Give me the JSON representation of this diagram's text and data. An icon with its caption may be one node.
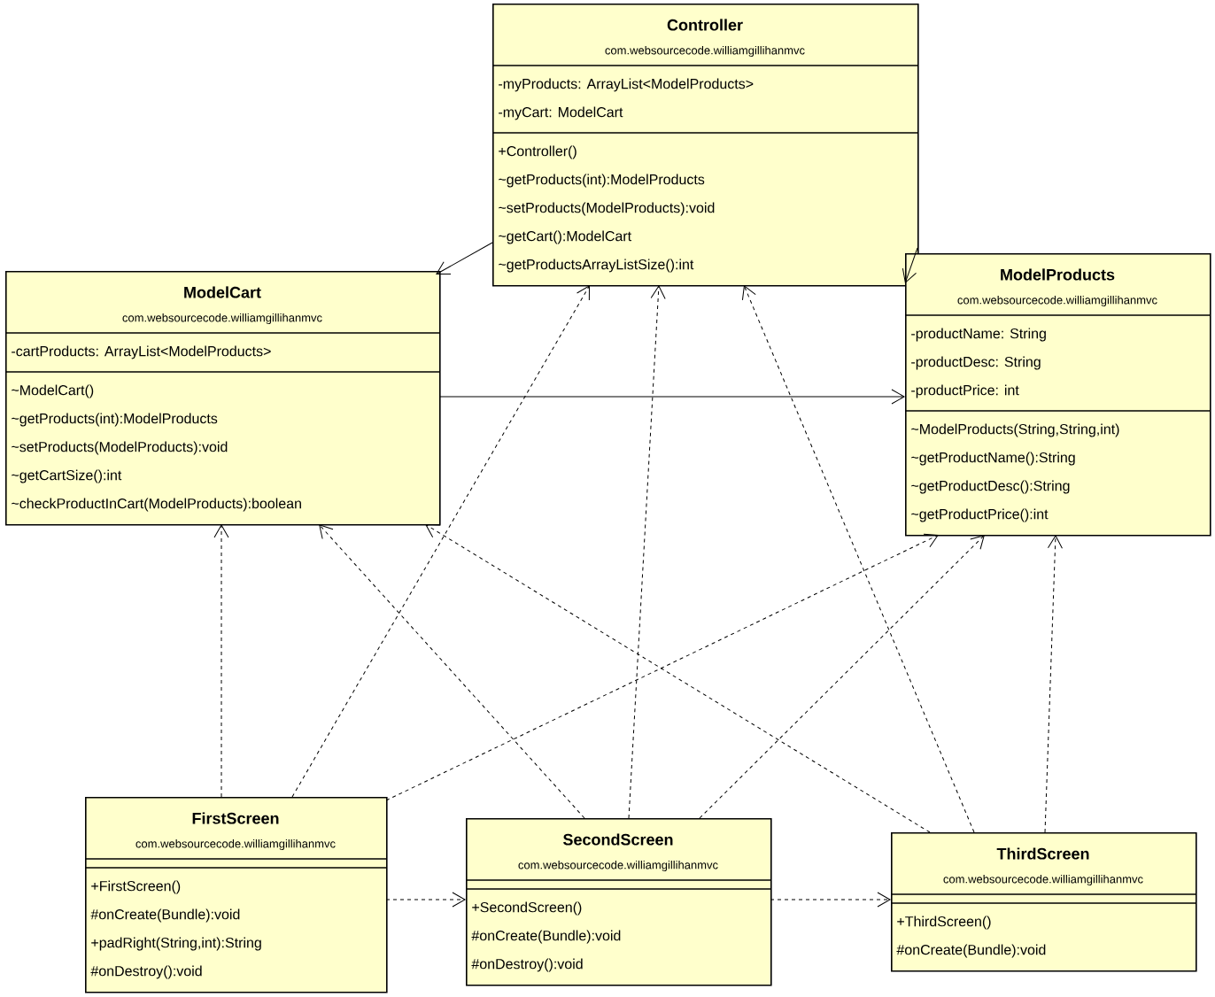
{
  "diagram": {
    "nodes": [
      {
        "text": [
          "Controller",
          "com.websourcecode.williamgillihanmvc",
          "-myProducts: ArrayList<ModelProducts>",
          "-myCart: ModelCart",
          "+Controller()",
          "~getProducts(int):ModelProducts",
          "~setProducts(ModelProducts):void",
          "~getCart():ModelCart",
          "~getProductsArrayListSize():int"
        ]
      },
      {
        "text": [
          "ModelCart",
          "com.websourcecode.williamgillihanmvc",
          "-cartProducts: ArrayList<ModelProducts>",
          "~ModelCart()",
          "~getProducts(int):ModelProducts",
          "~setProducts(ModelProducts):void",
          "~getCartSize():int",
          "~checkProductInCart(ModelProducts):boolean"
        ]
      },
      {
        "text": [
          "ModelProducts",
          "com.websourcecode.williamgillihanmvc",
          "-productName: String",
          "-productDesc: String",
          "-productPrice: int",
          "~ModelProducts(String,String,int)",
          "~getProductName():String",
          "~getProductDesc():String",
          "~getProductPrice():int"
        ]
      },
      {
        "text": [
          "FirstScreen",
          "com.websourcecode.williamgillihanmvc",
          "+FirstScreen()",
          "#onCreate(Bundle):void",
          "+padRight(String,int):String",
          "#onDestroy():void"
        ]
      },
      {
        "text": [
          "SecondScreen",
          "com.websourcecode.williamgillihanmvc",
          "+SecondScreen()",
          "#onCreate(Bundle):void",
          "#onDestroy():void"
        ]
      },
      {
        "text": [
          "ThirdScreen",
          "com.websourcecode.williamgillihanmvc",
          "+ThirdScreen()",
          "#onCreate(Bundle):void"
        ]
      }
    ],
    "edges": [
      {
        "from": 0,
        "to": 1,
        "arrow": "to"
      },
      {
        "from": 0,
        "to": 2,
        "arrow": "to"
      },
      {
        "from": 1,
        "to": 2,
        "arrow": "to"
      },
      {
        "from": 3,
        "to": 1,
        "arrow": "to",
        "style": "dashed"
      },
      {
        "from": 3,
        "to": 0,
        "arrow": "to",
        "style": "dashed"
      },
      {
        "from": 3,
        "to": 2,
        "arrow": "to",
        "style": "dashed"
      },
      {
        "from": 3,
        "to": 4,
        "arrow": "to",
        "style": "dashed"
      },
      {
        "from": 4,
        "to": 1,
        "arrow": "to",
        "style": "dashed"
      },
      {
        "from": 4,
        "to": 0,
        "arrow": "to",
        "style": "dashed"
      },
      {
        "from": 4,
        "to": 2,
        "arrow": "to",
        "style": "dashed"
      },
      {
        "from": 4,
        "to": 5,
        "arrow": "to",
        "style": "dashed"
      },
      {
        "from": 5,
        "to": 1,
        "arrow": "to",
        "style": "dashed"
      },
      {
        "from": 5,
        "to": 0,
        "arrow": "to",
        "style": "dashed"
      },
      {
        "from": 5,
        "to": 2,
        "arrow": "to",
        "style": "dashed"
      }
    ]
  }
}
